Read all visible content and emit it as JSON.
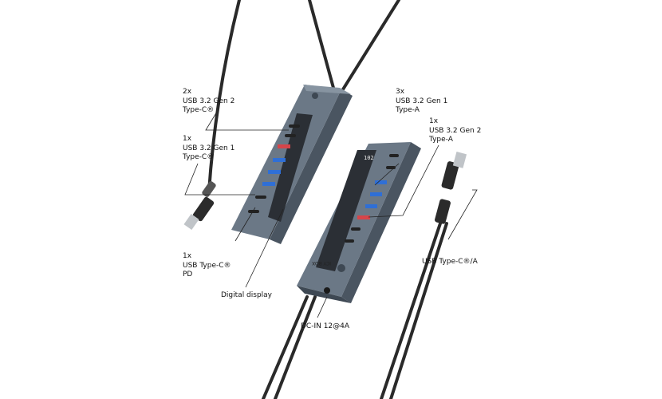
{
  "labels": {
    "usbc_gen2": {
      "count": "2x",
      "line1": "USB 3.2 Gen 2",
      "line2": "Type-C®"
    },
    "usbc_gen1": {
      "count": "1x",
      "line1": "USB 3.2 Gen 1",
      "line2": "Type-C®"
    },
    "usbc_pd": {
      "count": "1x",
      "line1": "USB Type-C®",
      "line2": "PD"
    },
    "display": "Digital display",
    "usba_gen1": {
      "count": "3x",
      "line1": "USB 3.2 Gen 1",
      "line2": "Type-A"
    },
    "usba_gen2": {
      "count": "1x",
      "line1": "USB 3.2 Gen 2",
      "line2": "Type-A"
    },
    "cable": "USB Type-C®/A",
    "dcin": "DC-IN 12@4A"
  },
  "device": {
    "brand": "ICY BOX",
    "display_value": "102"
  },
  "colors": {
    "hub": "#6b7886",
    "hub_side": "#4a5561",
    "usb_blue": "#2f6fd6",
    "usb_red": "#d6454a",
    "cable": "#2a2a2a"
  }
}
